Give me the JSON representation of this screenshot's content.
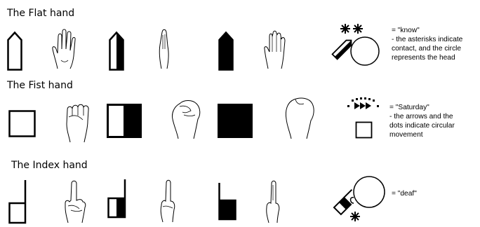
{
  "sections": [
    {
      "id": "flat",
      "heading": "The Flat hand",
      "explanation": [
        "= \"know\"",
        "- the asterisks indicate",
        "contact, and the circle",
        "represents the head"
      ]
    },
    {
      "id": "fist",
      "heading": "The Fist hand",
      "explanation": [
        "= \"Saturday\"",
        "- the arrows and the",
        "dots indicate circular",
        "movement"
      ]
    },
    {
      "id": "index",
      "heading": "The Index hand",
      "explanation": [
        "= \"deaf\""
      ]
    }
  ]
}
